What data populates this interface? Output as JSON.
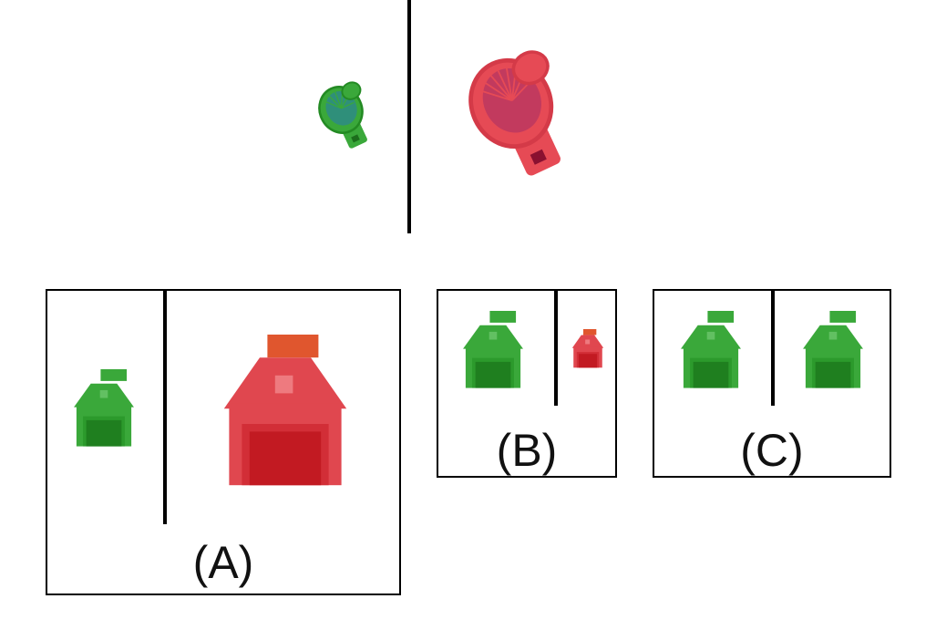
{
  "colors": {
    "green": "#3aa83a",
    "green_dark": "#238a23",
    "red": "#e0474f",
    "red_dark": "#c21a22",
    "chimney_red": "#e0562e",
    "line": "#000000",
    "fan_red": "#e64a55",
    "fan_red_deep": "#b0194a"
  },
  "example": {
    "left": {
      "icon": "fan-icon",
      "color": "green",
      "size": "small"
    },
    "right": {
      "icon": "fan-icon",
      "color": "red",
      "size": "large"
    }
  },
  "options": [
    {
      "label": "(A)",
      "left": {
        "icon": "barn-icon",
        "color": "green",
        "size": "small"
      },
      "right": {
        "icon": "barn-icon",
        "color": "red",
        "size": "large"
      }
    },
    {
      "label": "(B)",
      "left": {
        "icon": "barn-icon",
        "color": "green",
        "size": "medium"
      },
      "right": {
        "icon": "barn-icon",
        "color": "red",
        "size": "small"
      }
    },
    {
      "label": "(C)",
      "left": {
        "icon": "barn-icon",
        "color": "green",
        "size": "medium"
      },
      "right": {
        "icon": "barn-icon",
        "color": "green",
        "size": "medium"
      }
    }
  ]
}
